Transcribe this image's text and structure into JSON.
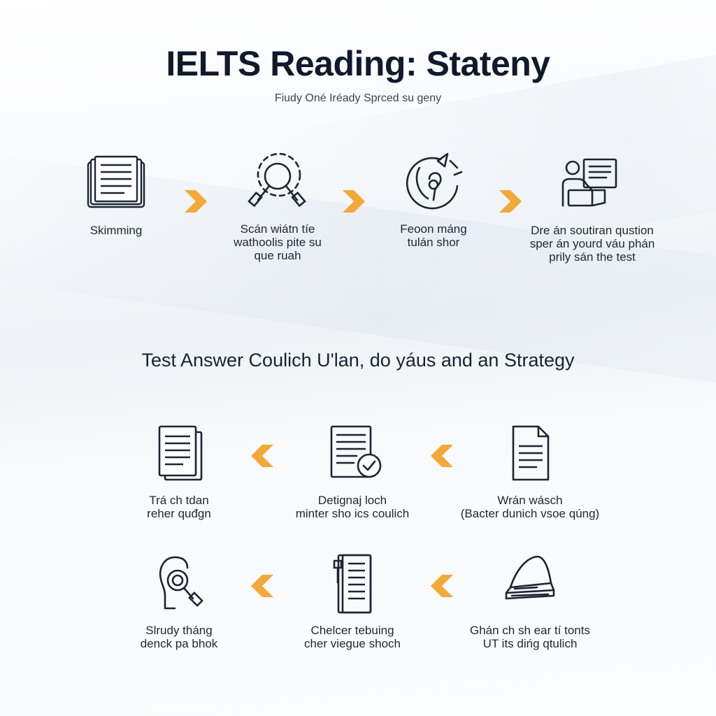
{
  "header": {
    "title": "IELTS Reading: Stateny",
    "subtitle": "Fiudy Oné Iréady Sprced su geny"
  },
  "top_row": [
    {
      "icon": "document-stack-icon",
      "label": "Skimming"
    },
    {
      "icon": "magnifier-icon",
      "label": "Scán wiátn tíe\nwathoolis pite su\nque ruah"
    },
    {
      "icon": "brain-head-icon",
      "label": "Feoon máng\ntulán shor"
    },
    {
      "icon": "presenter-board-icon",
      "label": "Dre án soutiran qustion\nsper án yourd váu phán\nprily sán the test"
    }
  ],
  "section": {
    "title": "Test Answer Coulich U'lan, do yáus and an Strategy"
  },
  "middle_row": [
    {
      "icon": "document-stack-icon",
      "label": "Trá ch tdan\nreher quđgn"
    },
    {
      "icon": "document-check-icon",
      "label": "Detignaj loch\nminter sho ics coulich"
    },
    {
      "icon": "document-page-icon",
      "label": "Wrán wásch\n(Bacter dunich vsoe qúng)"
    }
  ],
  "bottom_row": [
    {
      "icon": "head-magnifier-icon",
      "label": "Slrudy tháng\ndenck pa bhok"
    },
    {
      "icon": "notebook-icon",
      "label": "Chelcer tebuing\ncher viegue shoch"
    },
    {
      "icon": "stapler-icon",
      "label": "Ghán ch sh ear tí tonts\nUT its dińg qtulich"
    }
  ],
  "colors": {
    "accent_arrow": "#f2a93b",
    "ink": "#1c2433"
  }
}
